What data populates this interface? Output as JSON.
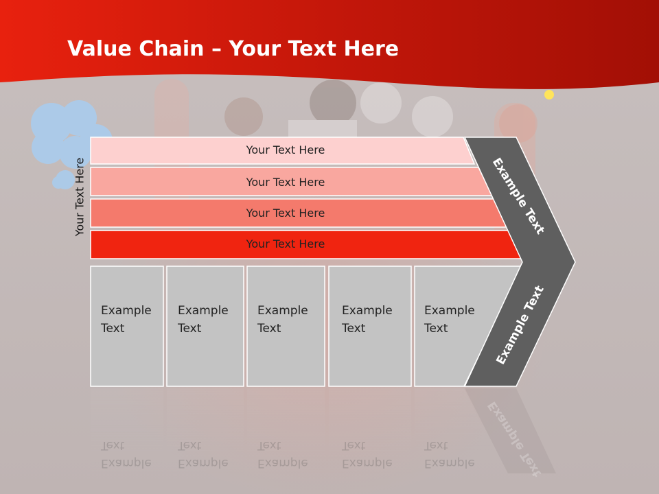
{
  "slide": {
    "title_bold": "Value Chain",
    "title_rest": " – Your Text Here",
    "vertical_label": "Your Text Here",
    "bands": [
      {
        "label": "Your Text Here",
        "color": "#fdd0cf"
      },
      {
        "label": "Your Text Here",
        "color": "#f9a79f"
      },
      {
        "label": "Your Text Here",
        "color": "#f47a6c"
      },
      {
        "label": "Your Text Here",
        "color": "#f02410"
      }
    ],
    "cards": [
      {
        "label": "Example Text"
      },
      {
        "label": "Example Text"
      },
      {
        "label": "Example Text"
      },
      {
        "label": "Example Text"
      },
      {
        "label": "Example Text"
      }
    ],
    "chevron": {
      "top_label": "Example Text",
      "bottom_label": "Example Text",
      "color": "#5f5f5f"
    },
    "colors": {
      "header_red": "#d41a0c",
      "background": "#c2b8b8",
      "card_fill": "#c3c3c3"
    }
  }
}
